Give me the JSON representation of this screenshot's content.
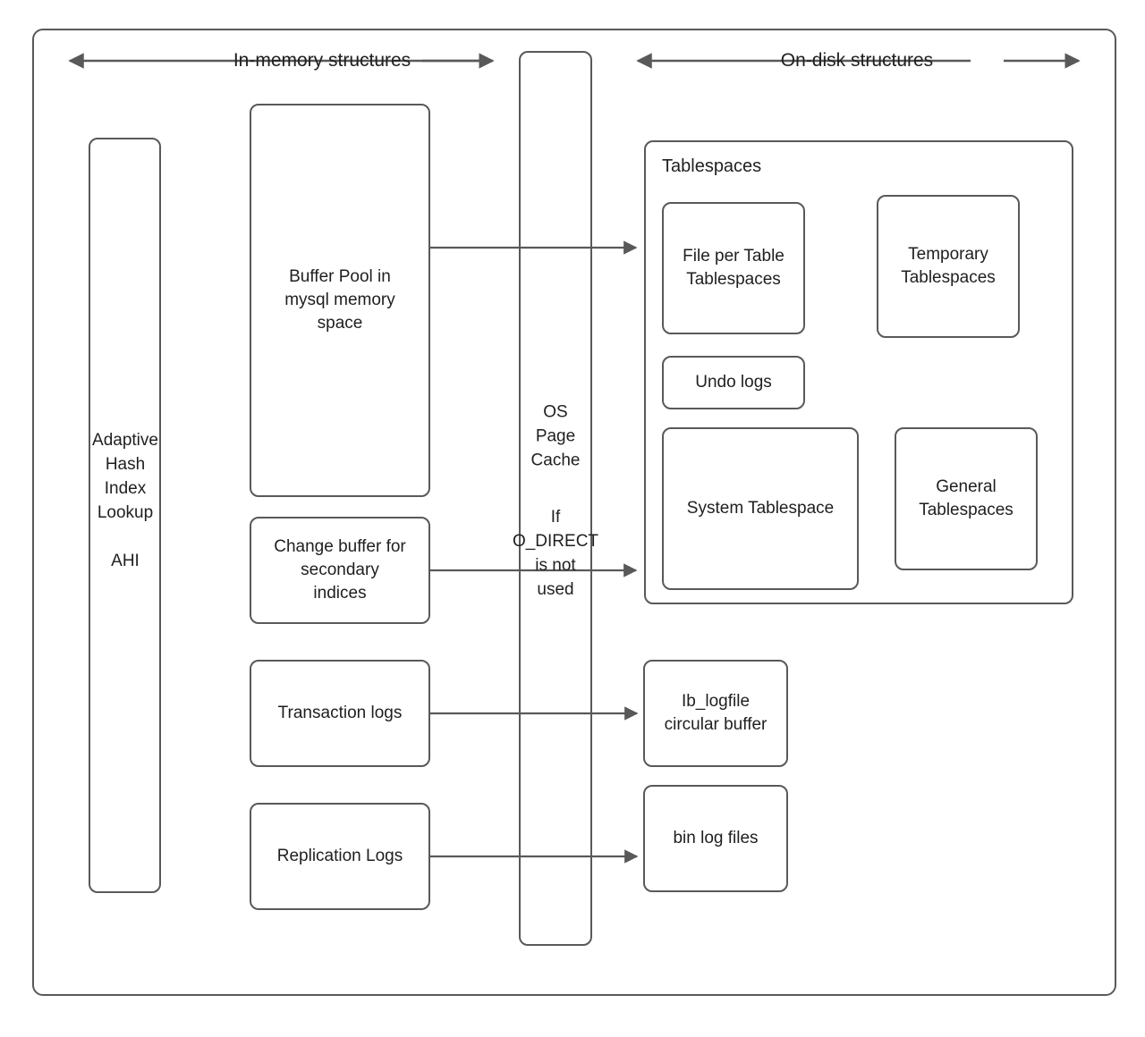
{
  "diagram": {
    "title_hidden": "MySQL InnoDB in-memory and on-disk structures",
    "colors": {
      "stroke": "#595959",
      "text": "#1f1f1f",
      "background": "#ffffff"
    },
    "headers": [
      {
        "id": "in-memory",
        "label": "In-memory structures"
      },
      {
        "id": "on-disk",
        "label": "On-disk structures"
      }
    ],
    "memory_nodes": {
      "ahi": {
        "label": "Adaptive\nHash\nIndex\nLookup\n\nAHI"
      },
      "buffer_pool": {
        "label": "Buffer Pool in\nmysql memory\nspace"
      },
      "change_buffer": {
        "label": "Change buffer for\nsecondary\nindices"
      },
      "transaction_logs": {
        "label": "Transaction logs"
      },
      "replication_logs": {
        "label": "Replication Logs"
      }
    },
    "os_layer": {
      "page_cache": {
        "label": "OS\nPage\nCache"
      },
      "odirect_note": {
        "label": "If\nO_DIRECT\nis not\nused"
      }
    },
    "disk_nodes": {
      "tablespaces_group": {
        "label": "Tablespaces"
      },
      "file_per_table": {
        "label": "File per Table\nTablespaces"
      },
      "temporary": {
        "label": "Temporary\nTablespaces"
      },
      "undo_logs": {
        "label": "Undo logs"
      },
      "system_tablespace": {
        "label": "System Tablespace"
      },
      "general": {
        "label": "General\nTablespaces"
      },
      "ib_logfile": {
        "label": "Ib_logfile\ncircular buffer"
      },
      "bin_log_files": {
        "label": "bin log files"
      }
    },
    "connections": [
      {
        "id": "buffer-pool-to-file-per-table",
        "from": "buffer_pool",
        "to": "file_per_table",
        "through": "page_cache",
        "arrow": "end"
      },
      {
        "id": "change-buffer-to-system-tablespace",
        "from": "change_buffer",
        "to": "system_tablespace",
        "through": "page_cache",
        "arrow": "end"
      },
      {
        "id": "transaction-logs-to-ib-logfile",
        "from": "transaction_logs",
        "to": "ib_logfile",
        "through": "page_cache",
        "arrow": "end"
      },
      {
        "id": "replication-logs-to-bin-log-files",
        "from": "replication_logs",
        "to": "bin_log_files",
        "through": "page_cache",
        "arrow": "end"
      }
    ]
  }
}
